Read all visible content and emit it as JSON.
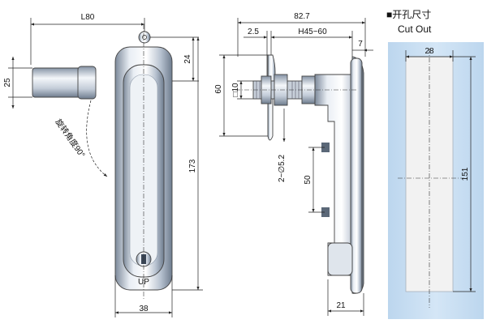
{
  "front_view": {
    "dims": {
      "length": "L80",
      "handle_height": "25",
      "top_offset": "24",
      "total_height": "173",
      "width": "38"
    },
    "rotation_label": "旋转角度90°",
    "handle_mark": "UP"
  },
  "side_view": {
    "dims": {
      "total_depth": "82.7",
      "plate_thickness": "2.5",
      "h_range": "H45~60",
      "edge": "7",
      "plate_height": "60",
      "square": "□10",
      "holes": "2~∅5.2",
      "hole_spacing": "50",
      "body_depth": "21"
    }
  },
  "cutout": {
    "title_cn": "■开孔尺寸",
    "title_en": "Cut Out",
    "width": "28",
    "height": "151",
    "colors": {
      "panel": "#c8dff1",
      "hole": "#f2f2f2"
    }
  },
  "colors": {
    "metal_light": "#f0f3f7",
    "metal_mid": "#b9c4d2",
    "metal_dark": "#6e7c8e"
  }
}
